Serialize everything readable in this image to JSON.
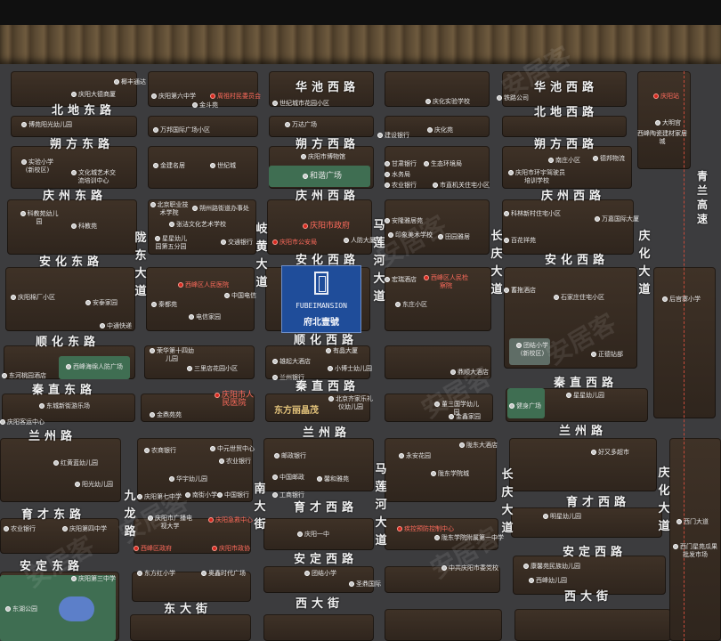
{
  "roads": {
    "huachi_w": "华池西路",
    "huachi_w2": "华池西路",
    "beidi_e": "北地东路",
    "beidi_w": "北地西路",
    "shuofang_e": "朔方东路",
    "shuofang_w": "朔方西路",
    "shuofang_w2": "朔方西路",
    "qingzhou_e": "庆州东路",
    "qingzhou_w": "庆州西路",
    "qingzhou_w2": "庆州西路",
    "anhua_e": "安化东路",
    "anhua_w": "安化西路",
    "anhua_w2": "安化西路",
    "shunhua_e": "顺化东路",
    "shunhua_w": "顺化西路",
    "qinzhi_e": "秦直东路",
    "qinzhi_w": "秦直西路",
    "qinzhi_w2": "秦直西路",
    "lanzhou_l": "兰州路",
    "lanzhou_m": "兰州路",
    "lanzhou_r": "兰州路",
    "yucai_e": "育才东路",
    "yucai_w": "育才西路",
    "yucai_w2": "育才西路",
    "anding_e": "安定东路",
    "anding_w": "安定西路",
    "anding_w2": "安定西路",
    "dongda": "东大街",
    "xida": "西大街",
    "xida2": "西大街",
    "longdong": "陇东大道",
    "jiulong": "九龙路",
    "qihuang": "岐黄大道",
    "nanda": "南大街",
    "malianhe": "马莲河大道",
    "malianhe2": "马莲河大道",
    "changqing": "长庆大道",
    "changqing2": "长庆大道",
    "qinghua": "庆化大道",
    "qinghua2": "庆化大道",
    "qinglan": "青兰高速"
  },
  "project": {
    "name_en": "FUBEIMANSION",
    "name_cn": "府北壹號",
    "name_gold": "东方丽晶茂"
  },
  "pois": {
    "p1": "椰丰通达",
    "p2": "庆阳大德商厦",
    "p3": "庆阳第六中学",
    "p4": "周祖村民委员会",
    "p5": "金斗苑",
    "p6": "世纪城市花园小区",
    "p7": "庆化实验学校",
    "p8": "铁路公司",
    "p9": "庆阳站",
    "p10": "博苑阳光幼儿园",
    "p11": "万邦国际广场小区",
    "p12": "万达广场",
    "p13": "建设银行",
    "p14": "庆化苑",
    "p15": "大明宫",
    "p16": "西峰陶瓷建材家居城",
    "p17": "实验小学(新校区)",
    "p18": "文化城艺术交流培训中心",
    "p19": "金建名居",
    "p20": "世纪城",
    "p21": "庆阳市博物馆",
    "p22": "和谐广场",
    "p23": "甘肃银行",
    "p24": "生态环境局",
    "p25": "水务局",
    "p26": "农业银行",
    "p27": "市直机关住宅小区",
    "p28": "庆阳市环宇驾驶员培训学校",
    "p29": "南庄小区",
    "p30": "德邦物流",
    "p31": "科教苑幼儿园",
    "p32": "科教苑",
    "p33": "北京职业技术学院",
    "p34": "朔州路街道办事处",
    "p35": "张洁文化艺术学校",
    "p36": "星星幼儿园第五分园",
    "p37": "交通银行",
    "p38": "庆阳市政府",
    "p39": "庆阳市公安局",
    "p40": "人防大厦",
    "p41": "安隆雅居苑",
    "p42": "印象美术学校",
    "p43": "田园雅居",
    "p44": "科林新村住宅小区",
    "p45": "万嘉国际大厦",
    "p46": "百花祥苑",
    "p47": "西峰区人民医院",
    "p48": "中国电信",
    "p49": "庆阳棉厂小区",
    "p50": "安泰家园",
    "p51": "秦都苑",
    "p52": "电信家园",
    "p53": "中通快递",
    "p54": "宏瑞酒店",
    "p55": "西峰区人民检察院",
    "p56": "东庄小区",
    "p57": "蓄拖酒店",
    "p58": "石家庄住宅小区",
    "p59": "后官寨小学",
    "p60": "西峰海绵人防广场",
    "p61": "东河桃园酒店",
    "p62": "荣华第十四幼儿园",
    "p63": "三里店花园小区",
    "p64": "雄起大酒店",
    "p65": "有晶大厦",
    "p66": "兰州银行",
    "p67": "小博士幼儿园",
    "p68": "鼎顺大酒店",
    "p69": "团结小学(新校区)",
    "p70": "正德钻部",
    "p71": "东城新街游乐场",
    "p72": "庆阳市人民医院",
    "p73": "北京齐家乐礼仪幼儿园",
    "p74": "董三国学幼儿园",
    "p75": "金鑫家园",
    "p76": "健身广场",
    "p77": "星星幼儿园",
    "p78": "庆阳客运中心",
    "p79": "金鼎苑苑",
    "p80": "农商银行",
    "p81": "中元世贸中心",
    "p82": "农业银行",
    "p83": "邮政银行",
    "p84": "永安花园",
    "p85": "陇东大酒店",
    "p86": "好又多超市",
    "p87": "红黄蓝幼儿园",
    "p88": "华宇幼儿园",
    "p89": "中国邮政",
    "p90": "阳光幼儿园",
    "p91": "庆阳第七中学",
    "p92": "南街小学",
    "p93": "中国银行",
    "p94": "工商银行",
    "p95": "馨和雅苑",
    "p96": "陇东学院城",
    "p97": "农业银行",
    "p98": "庆阳第四中学",
    "p99": "庆阳市广播电视大学",
    "p100": "庆阳急救中心",
    "p101": "庆阳一中",
    "p102": "疾控预防控制中心",
    "p103": "陇东学院附属第一中学",
    "p104": "明星幼儿园",
    "p105": "西门大道",
    "p106": "西门星苑瓜果批发市场",
    "p107": "庆阳第三中学",
    "p108": "东方红小学",
    "p109": "奥鑫时代广场",
    "p110": "团结小学",
    "p111": "中共庆阳市委党校",
    "p112": "康馨苑民族幼儿园",
    "p113": "东湖公园",
    "p114": "西峰区政府",
    "p115": "庆阳市政协",
    "p116": "圣鼎国际",
    "p117": "西峰幼儿园"
  },
  "watermark": "安居客"
}
